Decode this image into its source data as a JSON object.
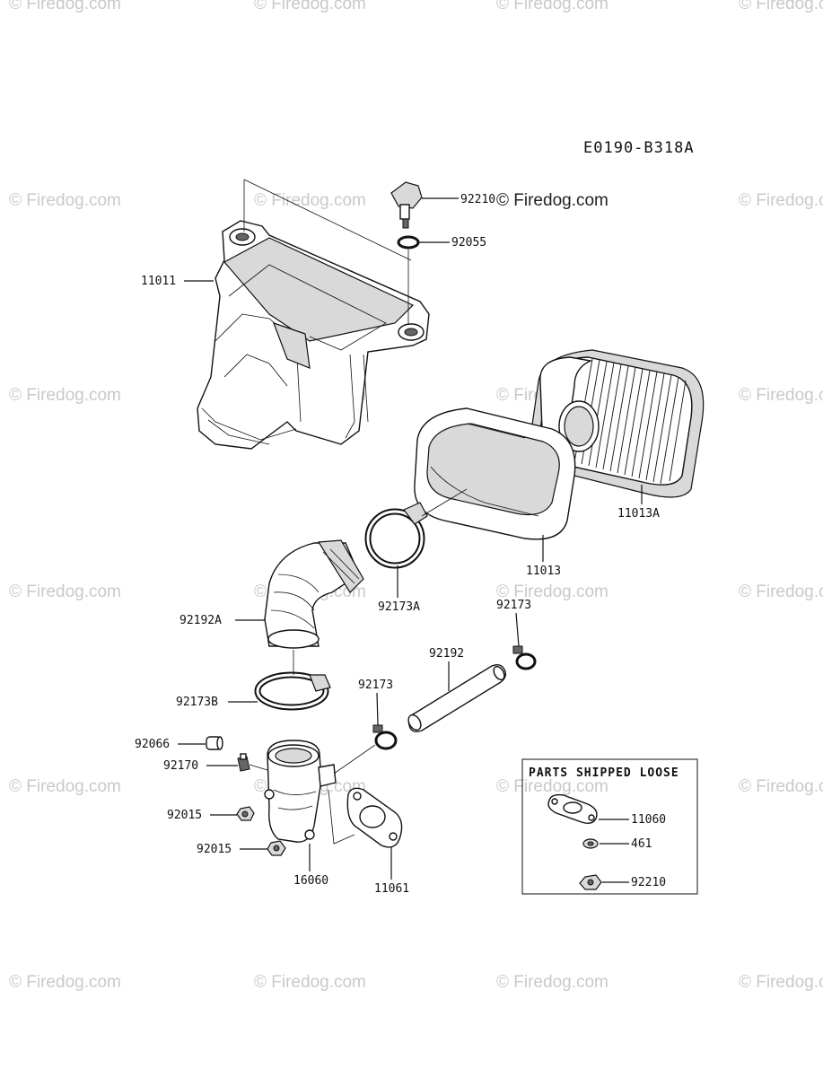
{
  "diagram_code": "E0190-B318A",
  "watermark_text": "© Firedog.com",
  "callouts": {
    "cover": "11011",
    "knob": "92210",
    "washer": "92055",
    "element": "11013A",
    "pre_cleaner": "11013",
    "clamp_large": "92173A",
    "elbow_duct": "92192A",
    "hose_clamp_right": "92173",
    "hose": "92192",
    "hose_clamp_left": "92173",
    "clamp_lower": "92173B",
    "cap": "92066",
    "fitting": "92170",
    "nut_upper": "92015",
    "nut_lower": "92015",
    "adapter": "16060",
    "gasket": "11061"
  },
  "loose_parts": {
    "title": "PARTS SHIPPED LOOSE",
    "gasket": "11060",
    "washer": "461",
    "nut": "92210"
  }
}
